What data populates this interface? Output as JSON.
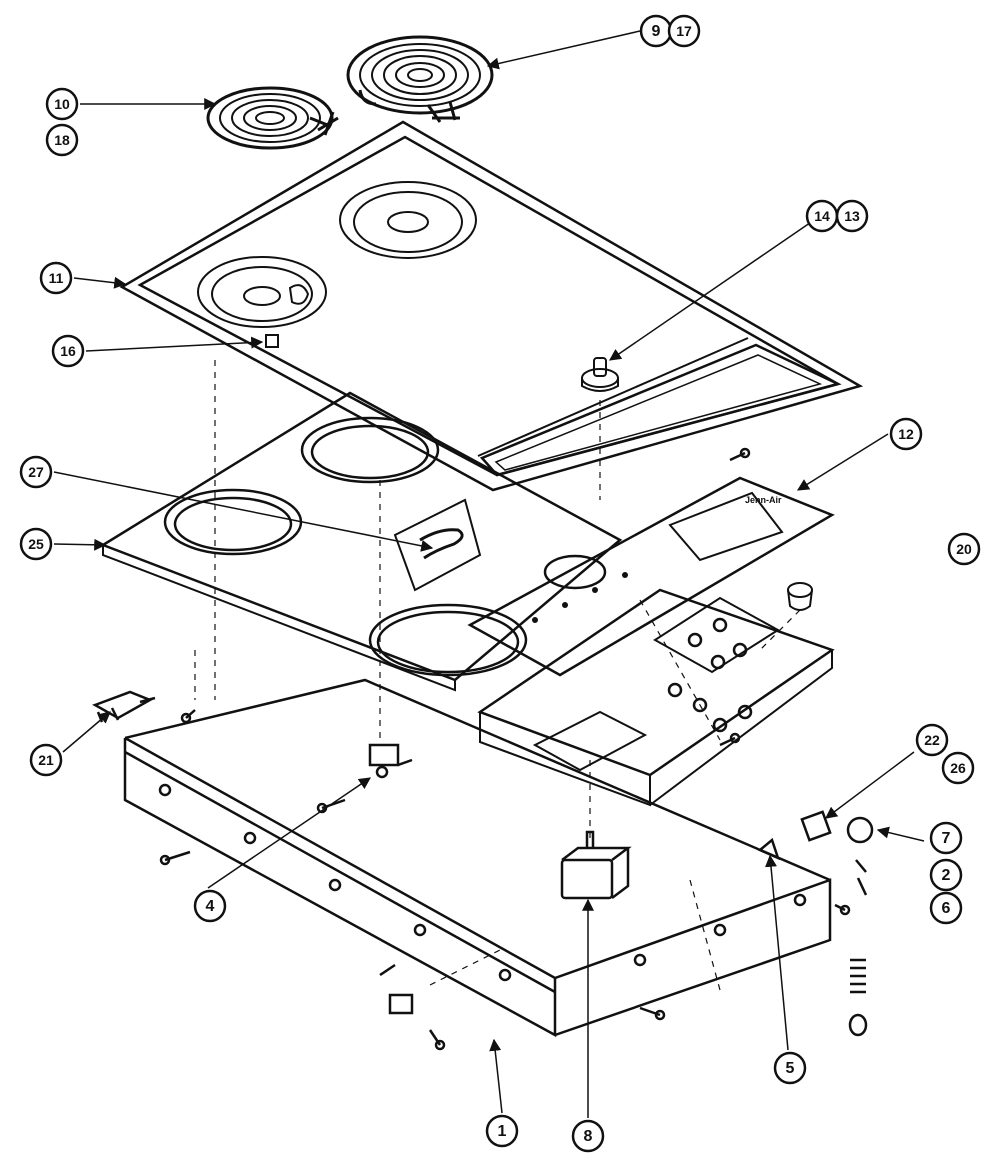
{
  "colors": {
    "ink": "#111111",
    "paper": "#ffffff"
  },
  "callouts": [
    {
      "id": "c9",
      "label": "9"
    },
    {
      "id": "c17",
      "label": "17"
    },
    {
      "id": "c10",
      "label": "10"
    },
    {
      "id": "c18",
      "label": "18"
    },
    {
      "id": "c11",
      "label": "11"
    },
    {
      "id": "c14",
      "label": "14"
    },
    {
      "id": "c13",
      "label": "13"
    },
    {
      "id": "c16",
      "label": "16"
    },
    {
      "id": "c12",
      "label": "12"
    },
    {
      "id": "c27",
      "label": "27"
    },
    {
      "id": "c25",
      "label": "25"
    },
    {
      "id": "c20",
      "label": "20"
    },
    {
      "id": "c22",
      "label": "22"
    },
    {
      "id": "c26",
      "label": "26"
    },
    {
      "id": "c7",
      "label": "7"
    },
    {
      "id": "c2",
      "label": "2"
    },
    {
      "id": "c6",
      "label": "6"
    },
    {
      "id": "c21",
      "label": "21"
    },
    {
      "id": "c4",
      "label": "4"
    },
    {
      "id": "c5",
      "label": "5"
    },
    {
      "id": "c8",
      "label": "8"
    },
    {
      "id": "c1",
      "label": "1"
    }
  ]
}
